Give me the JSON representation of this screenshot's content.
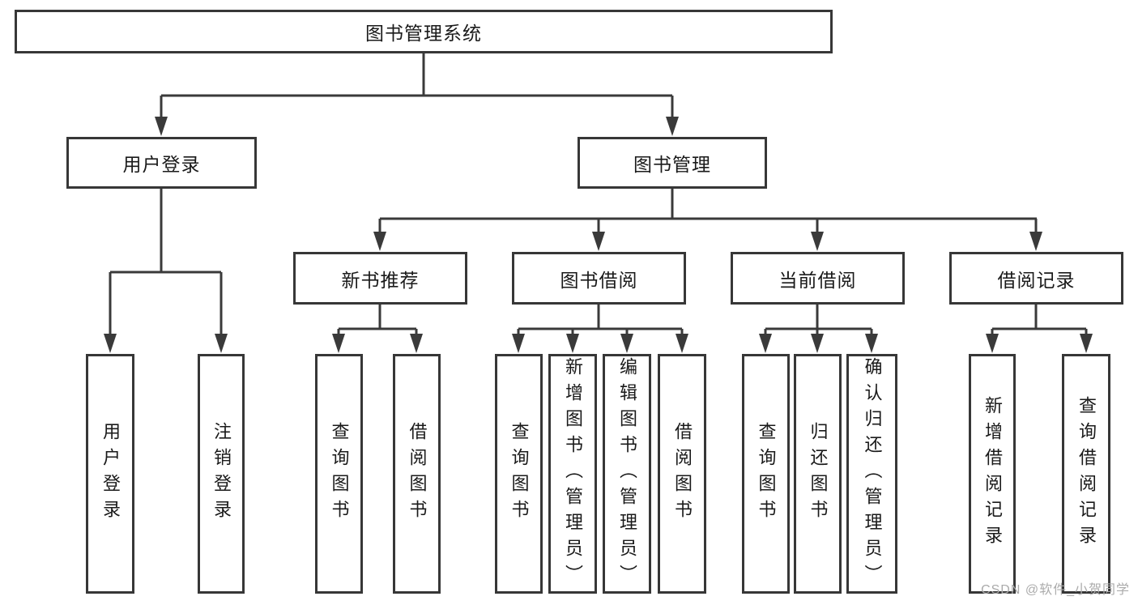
{
  "tree": {
    "root": {
      "label": "图书管理系统"
    },
    "branches": [
      {
        "label": "用户登录",
        "children": [
          {
            "label": "用户登录"
          },
          {
            "label": "注销登录"
          }
        ]
      },
      {
        "label": "图书管理",
        "children": [
          {
            "label": "新书推荐",
            "children": [
              {
                "label": "查询图书"
              },
              {
                "label": "借阅图书"
              }
            ]
          },
          {
            "label": "图书借阅",
            "children": [
              {
                "label": "查询图书"
              },
              {
                "label": "新增图书（管理员）"
              },
              {
                "label": "编辑图书（管理员）"
              },
              {
                "label": "借阅图书"
              }
            ]
          },
          {
            "label": "当前借阅",
            "children": [
              {
                "label": "查询图书"
              },
              {
                "label": "归还图书"
              },
              {
                "label": "确认归还（管理员）"
              }
            ]
          },
          {
            "label": "借阅记录",
            "children": [
              {
                "label": "新增借阅记录"
              },
              {
                "label": "查询借阅记录"
              }
            ]
          }
        ]
      }
    ]
  },
  "watermark": {
    "text": "CSDN @软件_小贺同学"
  },
  "colors": {
    "line": "#3a3a3a",
    "border": "#373737",
    "box_fill": "#ffffff",
    "text": "#1a1a1a",
    "watermark": "#ababab",
    "background": "#ffffff"
  }
}
